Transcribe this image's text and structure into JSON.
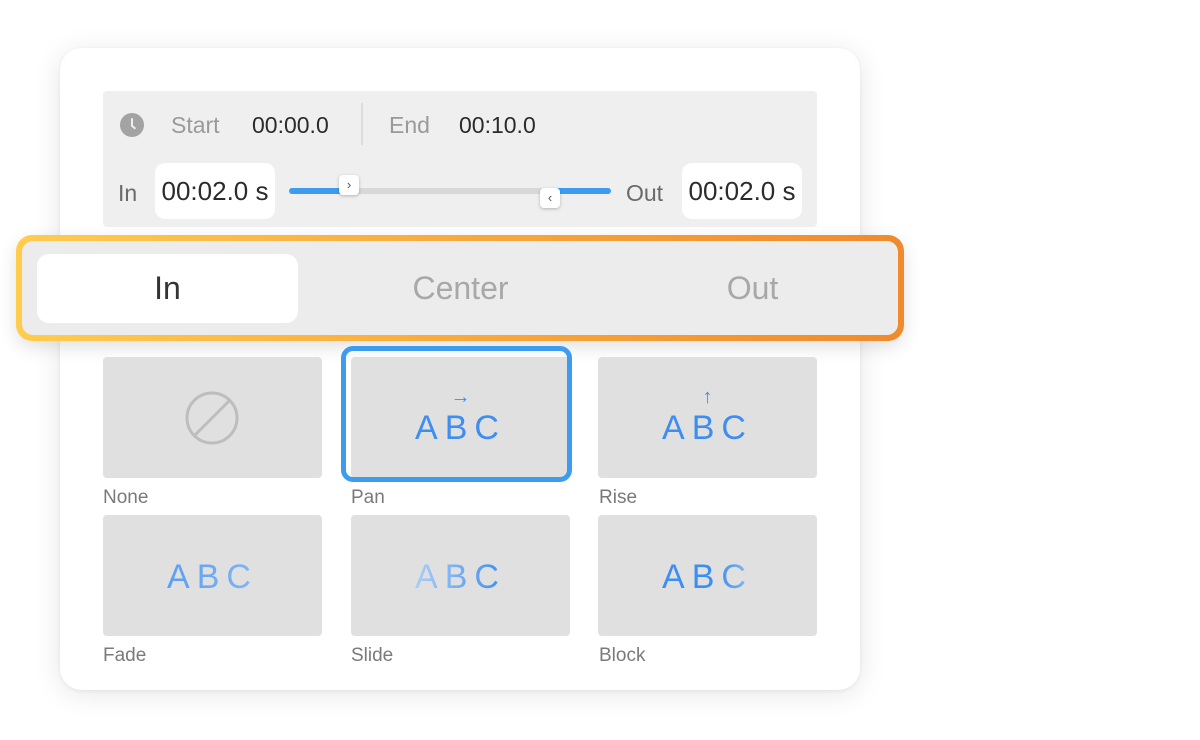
{
  "timing": {
    "start_label": "Start",
    "start_value": "00:00.0",
    "end_label": "End",
    "end_value": "00:10.0",
    "in_label": "In",
    "in_value": "00:02.0 s",
    "out_label": "Out",
    "out_value": "00:02.0 s",
    "in_handle_glyph": "›",
    "out_handle_glyph": "‹"
  },
  "tabs": [
    {
      "label": "In",
      "active": true
    },
    {
      "label": "Center",
      "active": false
    },
    {
      "label": "Out",
      "active": false
    }
  ],
  "effects": [
    {
      "label": "None",
      "icon": "none-icon"
    },
    {
      "label": "Pan",
      "preview": "ABC",
      "arrow": "→",
      "selected": true
    },
    {
      "label": "Rise",
      "preview": "ABC",
      "arrow": "↑"
    },
    {
      "label": "Fade",
      "preview": "ABC"
    },
    {
      "label": "Slide",
      "preview": "ABC"
    },
    {
      "label": "Block",
      "preview": "ABC"
    }
  ],
  "colors": {
    "accent": "#3d9cf0",
    "highlight_gradient_start": "#ffcc4d",
    "highlight_gradient_end": "#f08a2c"
  }
}
